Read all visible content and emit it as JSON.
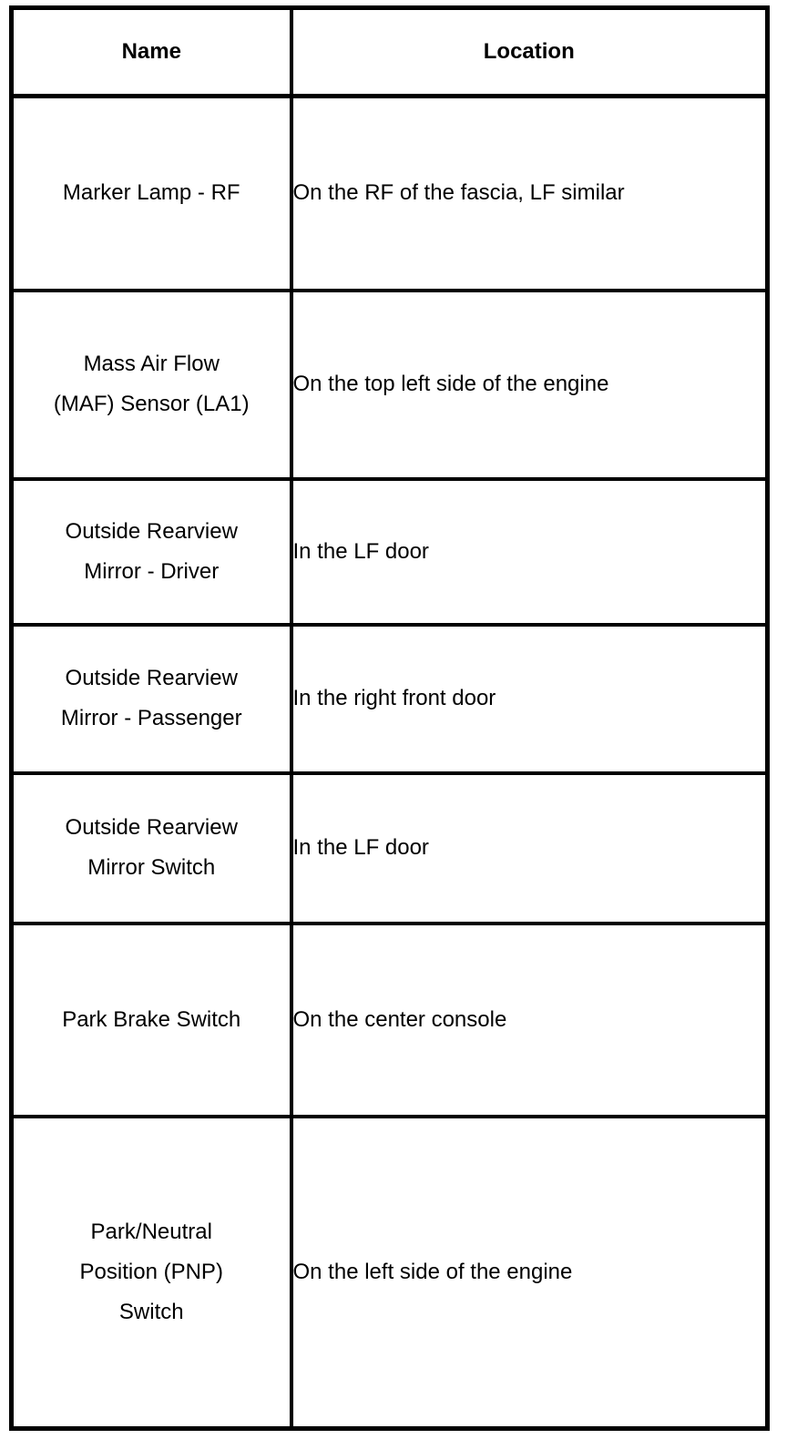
{
  "table": {
    "headers": [
      "Name",
      "Location"
    ],
    "rows": [
      {
        "name": "Marker Lamp - RF",
        "location": "On the RF of the fascia, LF similar"
      },
      {
        "name": "Mass Air Flow\n(MAF) Sensor (LA1)",
        "location": "On the top left side of the engine"
      },
      {
        "name": "Outside Rearview\nMirror - Driver",
        "location": "In the LF door"
      },
      {
        "name": "Outside Rearview\nMirror - Passenger",
        "location": "In the right front door"
      },
      {
        "name": "Outside Rearview\nMirror Switch",
        "location": "In the LF door"
      },
      {
        "name": "Park Brake Switch",
        "location": "On the center console"
      },
      {
        "name": "Park/Neutral\nPosition (PNP)\nSwitch",
        "location": "On the left side of the engine"
      }
    ]
  },
  "colors": {
    "border": "#000000",
    "background": "#ffffff",
    "text": "#000000"
  }
}
